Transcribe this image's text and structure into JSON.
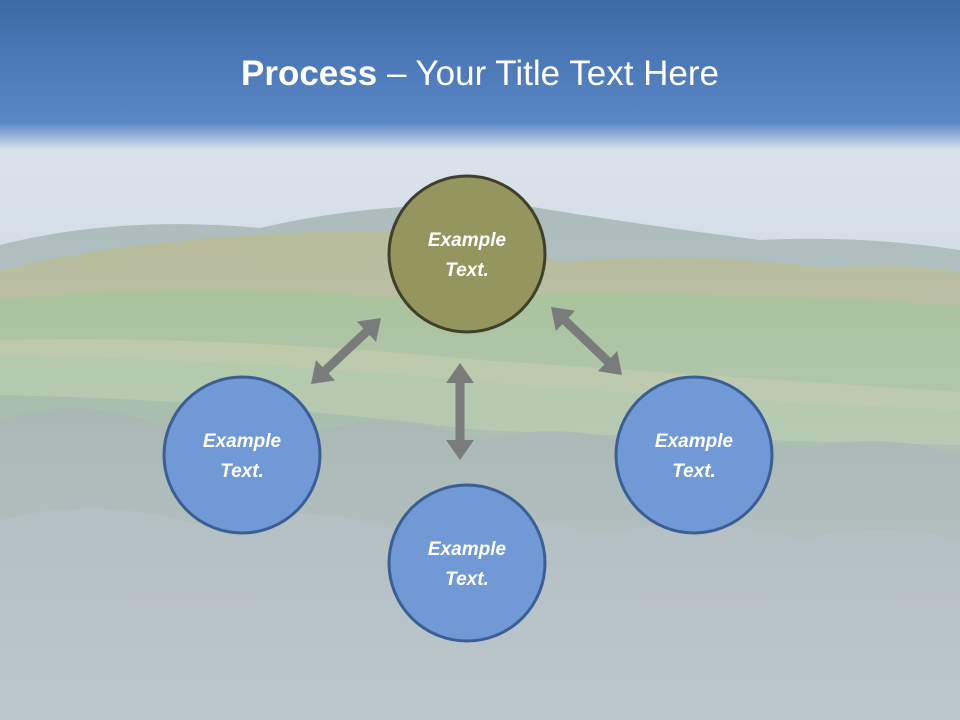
{
  "slide": {
    "title_bold": "Process",
    "title_separator": " – ",
    "title_rest": "Your Title Text Here"
  },
  "nodes": [
    {
      "id": "top",
      "line1": "Example",
      "line2": "Text.",
      "fill": "#95965f",
      "stroke": "#3f3f2a"
    },
    {
      "id": "left",
      "line1": "Example",
      "line2": "Text.",
      "fill": "#7199d6",
      "stroke": "#3b5f95"
    },
    {
      "id": "bottom",
      "line1": "Example",
      "line2": "Text.",
      "fill": "#7199d6",
      "stroke": "#3b5f95"
    },
    {
      "id": "right",
      "line1": "Example",
      "line2": "Text.",
      "fill": "#7199d6",
      "stroke": "#3b5f95"
    }
  ],
  "colors": {
    "title_bar_top": "#3d6aa6",
    "title_bar_bottom": "#5b87c8",
    "arrow": "#7a7c7c"
  }
}
